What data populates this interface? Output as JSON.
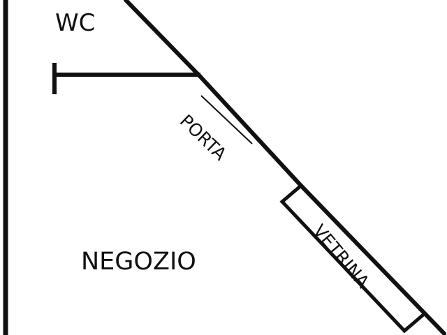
{
  "rooms": {
    "wc_label": "WC",
    "shop_label": "NEGOZIO"
  },
  "openings": {
    "door_label": "PORTA",
    "window_label": "VETRINA"
  },
  "colors": {
    "wall": "#111111",
    "background": "#ffffff"
  }
}
